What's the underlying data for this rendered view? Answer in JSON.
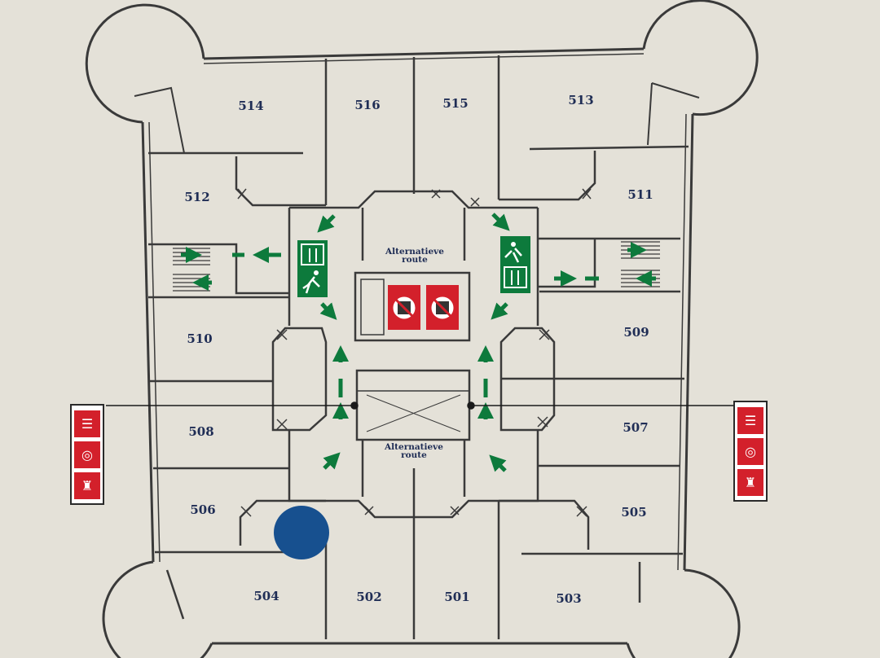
{
  "rooms": {
    "r514": "514",
    "r516": "516",
    "r515": "515",
    "r513": "513",
    "r512": "512",
    "r511": "511",
    "r510": "510",
    "r509": "509",
    "r508": "508",
    "r507": "507",
    "r506": "506",
    "r505": "505",
    "r504": "504",
    "r502": "502",
    "r501": "501",
    "r503": "503"
  },
  "route_labels": {
    "top_line1": "Alternatieve",
    "top_line2": "route",
    "bottom_line1": "Alternatieve",
    "bottom_line2": "route"
  },
  "colors": {
    "wall": "#3a3a3a",
    "exit_green": "#0d7a3c",
    "fire_red": "#d3202b",
    "room_number": "#1f2d55",
    "you_are_here": "#17508f"
  },
  "icons": {
    "fire_alarm": "fire-alarm-icon",
    "fire_hose": "fire-hose-icon",
    "fire_extinguisher": "fire-extinguisher-icon",
    "emergency_exit": "emergency-exit-icon",
    "no_elevator": "no-elevator-in-fire-icon"
  }
}
